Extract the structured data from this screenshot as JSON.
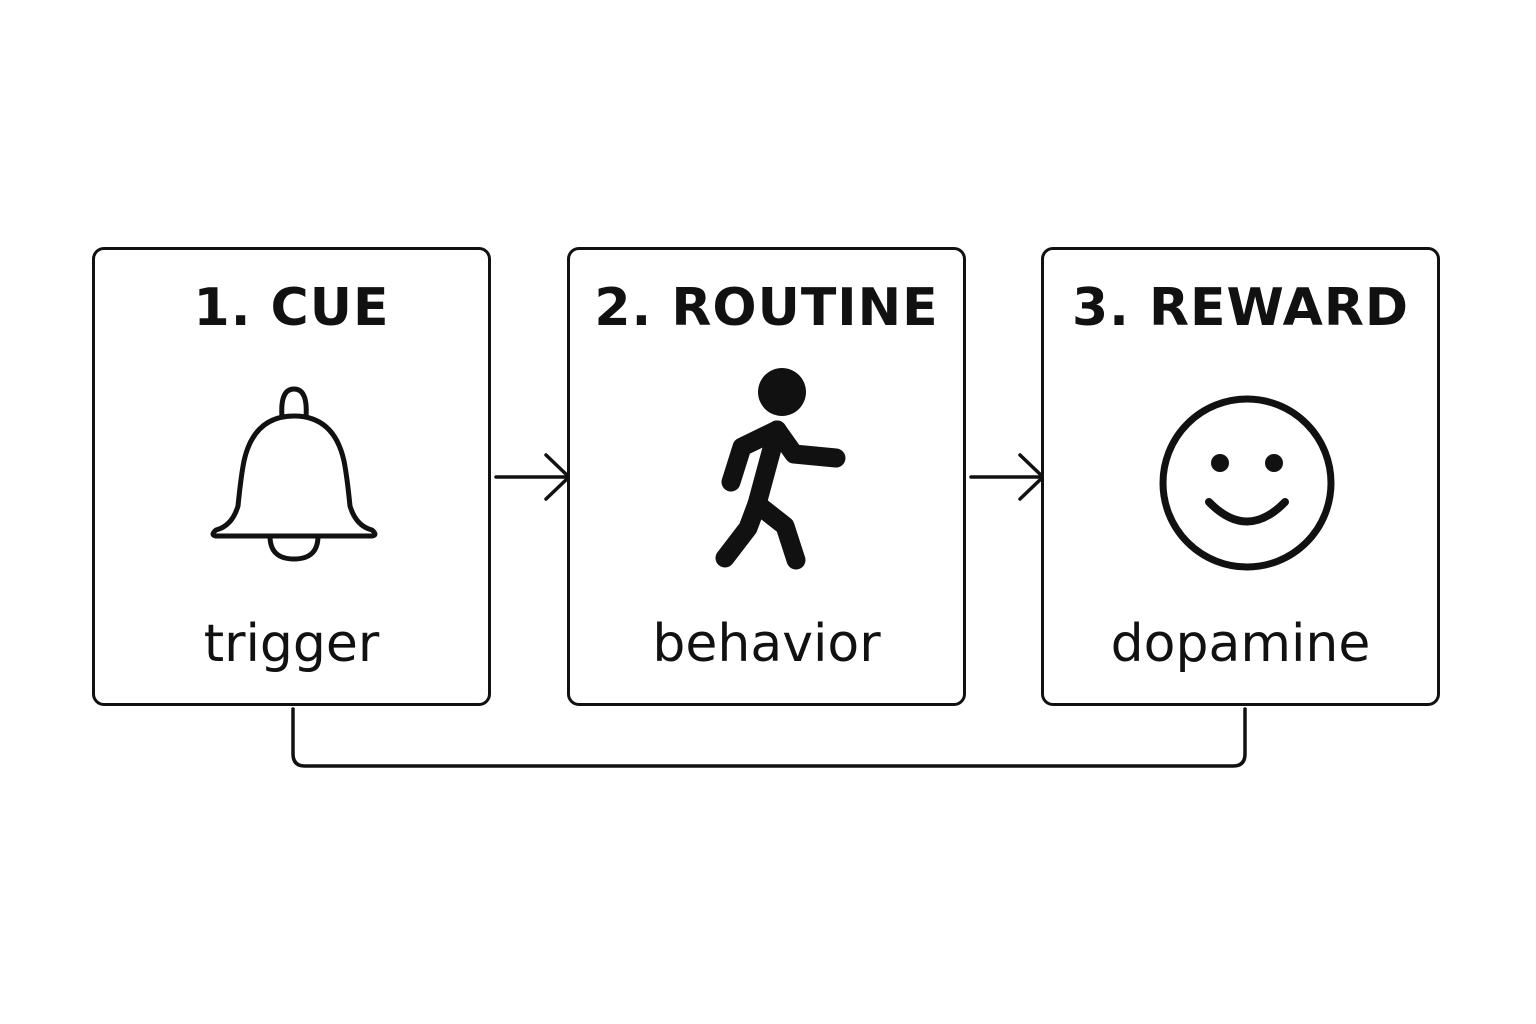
{
  "stages": [
    {
      "title": "1. CUE",
      "label": "trigger",
      "icon": "bell-icon"
    },
    {
      "title": "2. ROUTINE",
      "label": "behavior",
      "icon": "walking-person-icon"
    },
    {
      "title": "3. REWARD",
      "label": "dopamine",
      "icon": "smiley-face-icon"
    }
  ],
  "colors": {
    "stroke": "#111111",
    "background": "#ffffff"
  }
}
